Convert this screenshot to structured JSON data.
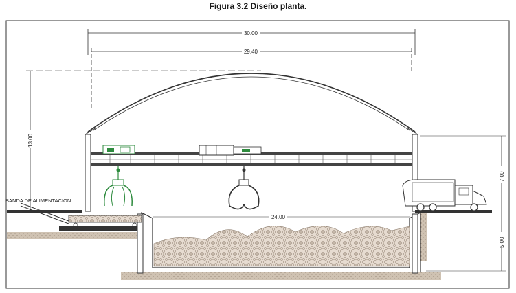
{
  "caption": "Figura 3.2 Diseño planta.",
  "dimensions": {
    "overall_width": "30.00",
    "inner_width": "29.40",
    "height_total": "13.00",
    "height_right": "7.00",
    "pit_width": "24.00",
    "pit_depth": "5.00"
  },
  "labels": {
    "feed_belt": "BANDA DE ALIMENTACION"
  },
  "colors": {
    "line": "#222222",
    "crane": "#3a3a3a",
    "green": "#2e8b3e",
    "ground": "#b9a893",
    "waste_fill": "#d8cbbd"
  }
}
